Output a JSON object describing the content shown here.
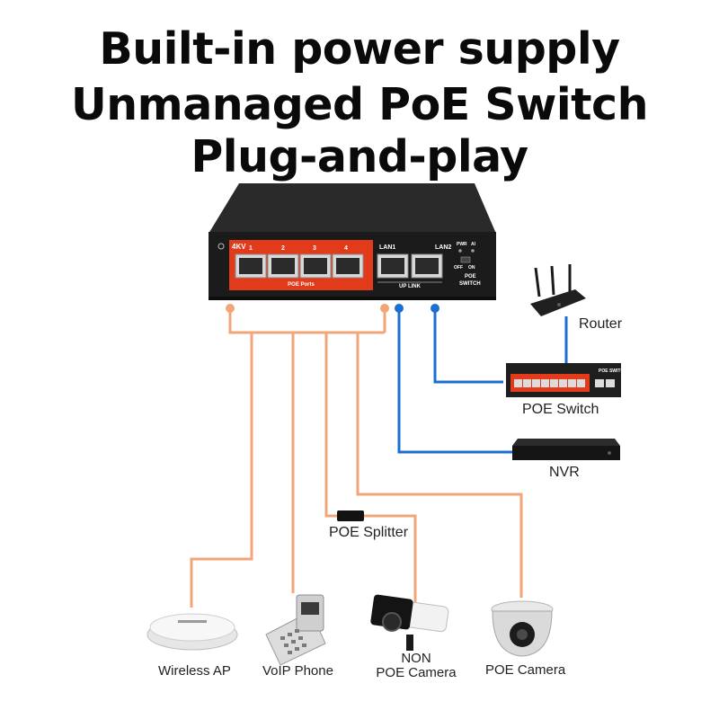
{
  "headline": {
    "line1": "Built-in power supply",
    "line2": "Unmanaged PoE Switch",
    "line3": "Plug-and-play"
  },
  "switch": {
    "surge_label": "4KV",
    "port_numbers": [
      "1",
      "2",
      "3",
      "4"
    ],
    "poe_ports_label": "POE Ports",
    "lan1_label": "LAN1",
    "lan2_label": "LAN2",
    "uplink_label": "UP LINK",
    "pwr_label": "PWR",
    "ai_label": "AI",
    "off_label": "OFF",
    "on_label": "ON",
    "poe_switch_label_line1": "POE",
    "poe_switch_label_line2": "SWITCH"
  },
  "devices": {
    "router": "Router",
    "poe_switch": "POE Switch",
    "small_switch_tag": "POE SWITCH",
    "nvr": "NVR",
    "poe_splitter": "POE Splitter",
    "wireless_ap": "Wireless AP",
    "voip_phone": "VoIP Phone",
    "non_poe_camera_line1": "NON",
    "non_poe_camera_line2": "POE Camera",
    "poe_camera": "POE Camera"
  },
  "colors": {
    "poe_line": "#f2a678",
    "lan_line": "#1c6fd1",
    "switch_body": "#1e1e1e",
    "poe_panel": "#e23b1c"
  }
}
